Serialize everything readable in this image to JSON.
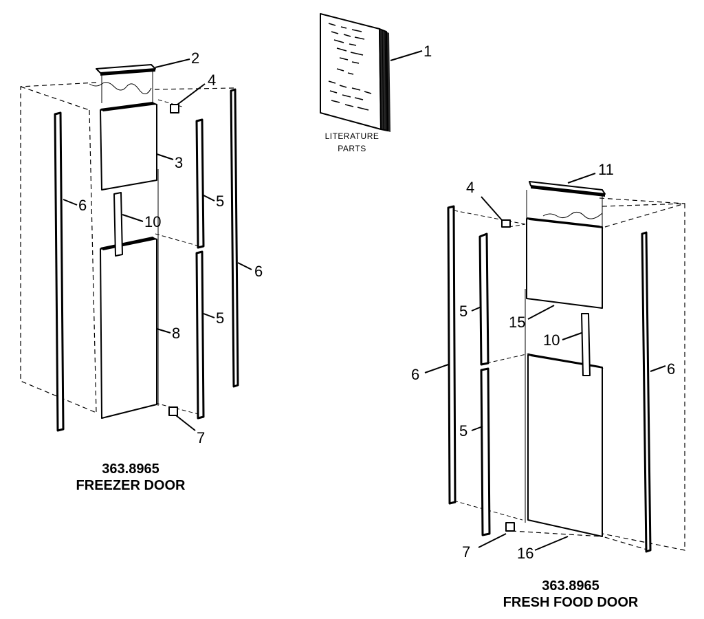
{
  "literature": {
    "line1": "LITERATURE",
    "line2": "PARTS"
  },
  "freezer": {
    "model": "363.8965",
    "title": "FREEZER DOOR",
    "callouts": {
      "c2": "2",
      "c4": "4",
      "c3": "3",
      "c6a": "6",
      "c5a": "5",
      "c10": "10",
      "c6b": "6",
      "c5b": "5",
      "c8": "8",
      "c7": "7"
    }
  },
  "fresh_food": {
    "model": "363.8965",
    "title": "FRESH FOOD DOOR",
    "callouts": {
      "c11": "11",
      "c4": "4",
      "c5a": "5",
      "c15": "15",
      "c10": "10",
      "c6a": "6",
      "c6b": "6",
      "c5b": "5",
      "c7": "7",
      "c16": "16"
    }
  },
  "book_callout": "1"
}
